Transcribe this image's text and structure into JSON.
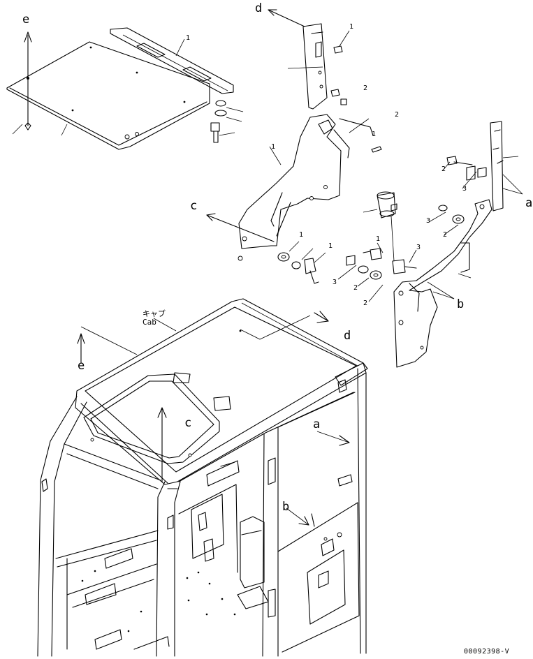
{
  "labels": {
    "a": "a",
    "b": "b",
    "c": "c",
    "d": "d",
    "e": "e"
  },
  "part_numbers": {
    "one": "1",
    "two": "2",
    "three": "3"
  },
  "cab_label_jp": "キャブ",
  "cab_label_en": "Cab",
  "drawing_code": "00092398-V"
}
